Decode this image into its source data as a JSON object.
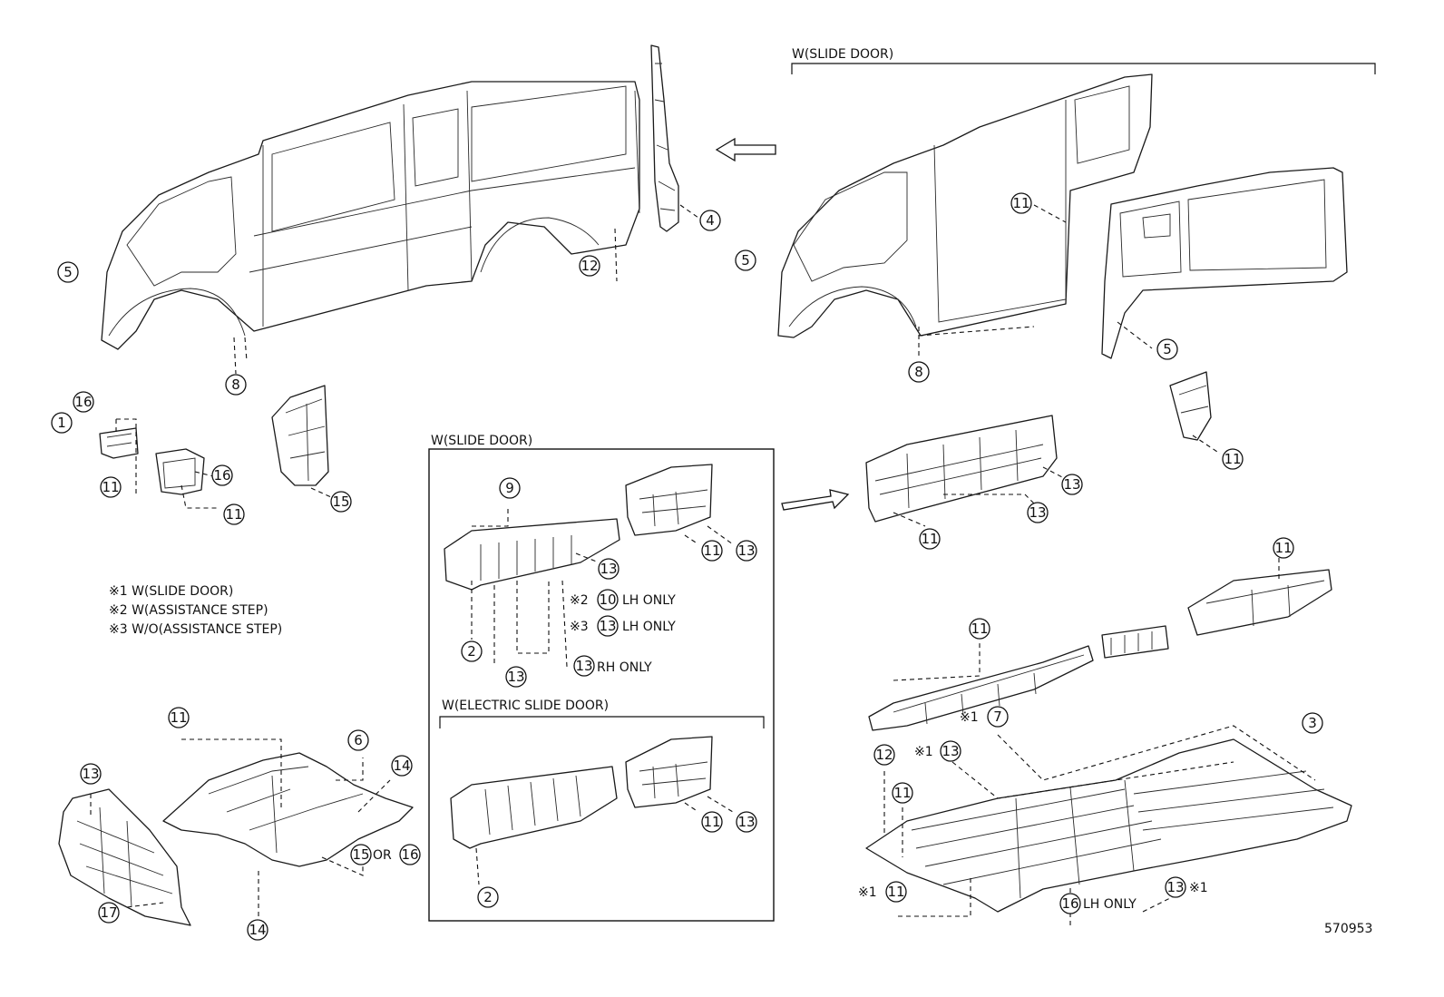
{
  "diagram_id": "570953",
  "section_labels": {
    "top_right": "W(SLIDE DOOR)",
    "center_box": "W(SLIDE DOOR)",
    "center_sub": "W(ELECTRIC SLIDE DOOR)"
  },
  "notes": [
    "※1 W(SLIDE DOOR)",
    "※2 W(ASSISTANCE STEP)",
    "※3 W/O(ASSISTANCE STEP)"
  ],
  "qualifiers": {
    "lh_only": "LH ONLY",
    "rh_only": "RH ONLY",
    "or": "OR",
    "mark1": "※1",
    "mark2": "※2",
    "mark3": "※3"
  },
  "callouts": [
    "1",
    "2",
    "3",
    "4",
    "5",
    "6",
    "7",
    "8",
    "9",
    "10",
    "11",
    "12",
    "13",
    "14",
    "15",
    "16",
    "17"
  ]
}
